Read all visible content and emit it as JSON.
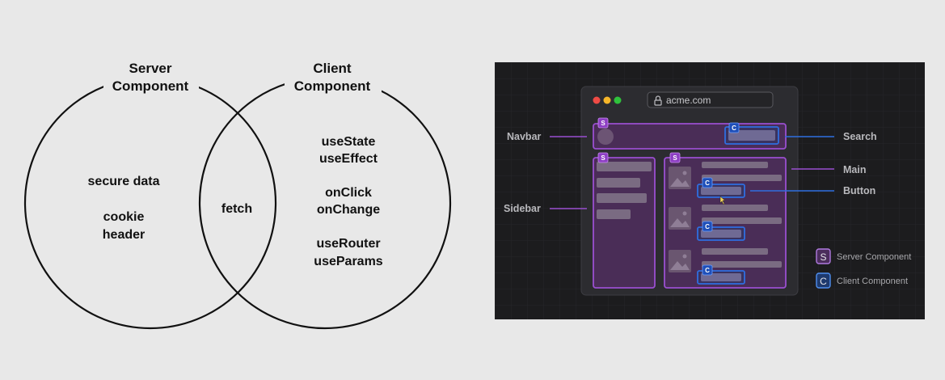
{
  "venn": {
    "server_title_line1": "Server",
    "server_title_line2": "Component",
    "client_title_line1": "Client",
    "client_title_line2": "Component",
    "server_items": [
      "secure data",
      "cookie",
      "header"
    ],
    "shared_items": [
      "fetch"
    ],
    "client_items": [
      "useState",
      "useEffect",
      "onClick",
      "onChange",
      "useRouter",
      "useParams"
    ]
  },
  "browser": {
    "url": "acme.com",
    "dots": [
      "#ef4b45",
      "#f6b629",
      "#2fc23c"
    ]
  },
  "labels": {
    "navbar": "Navbar",
    "sidebar": "Sidebar",
    "search": "Search",
    "main": "Main",
    "button": "Button"
  },
  "badges": {
    "server": "S",
    "client": "C"
  },
  "legend": [
    {
      "badge": "S",
      "label": "Server Component"
    },
    {
      "badge": "C",
      "label": "Client Component"
    }
  ],
  "colors": {
    "server": "#9a4fd0",
    "client": "#2f6ee0",
    "panel_bg": "#1c1c1e"
  }
}
